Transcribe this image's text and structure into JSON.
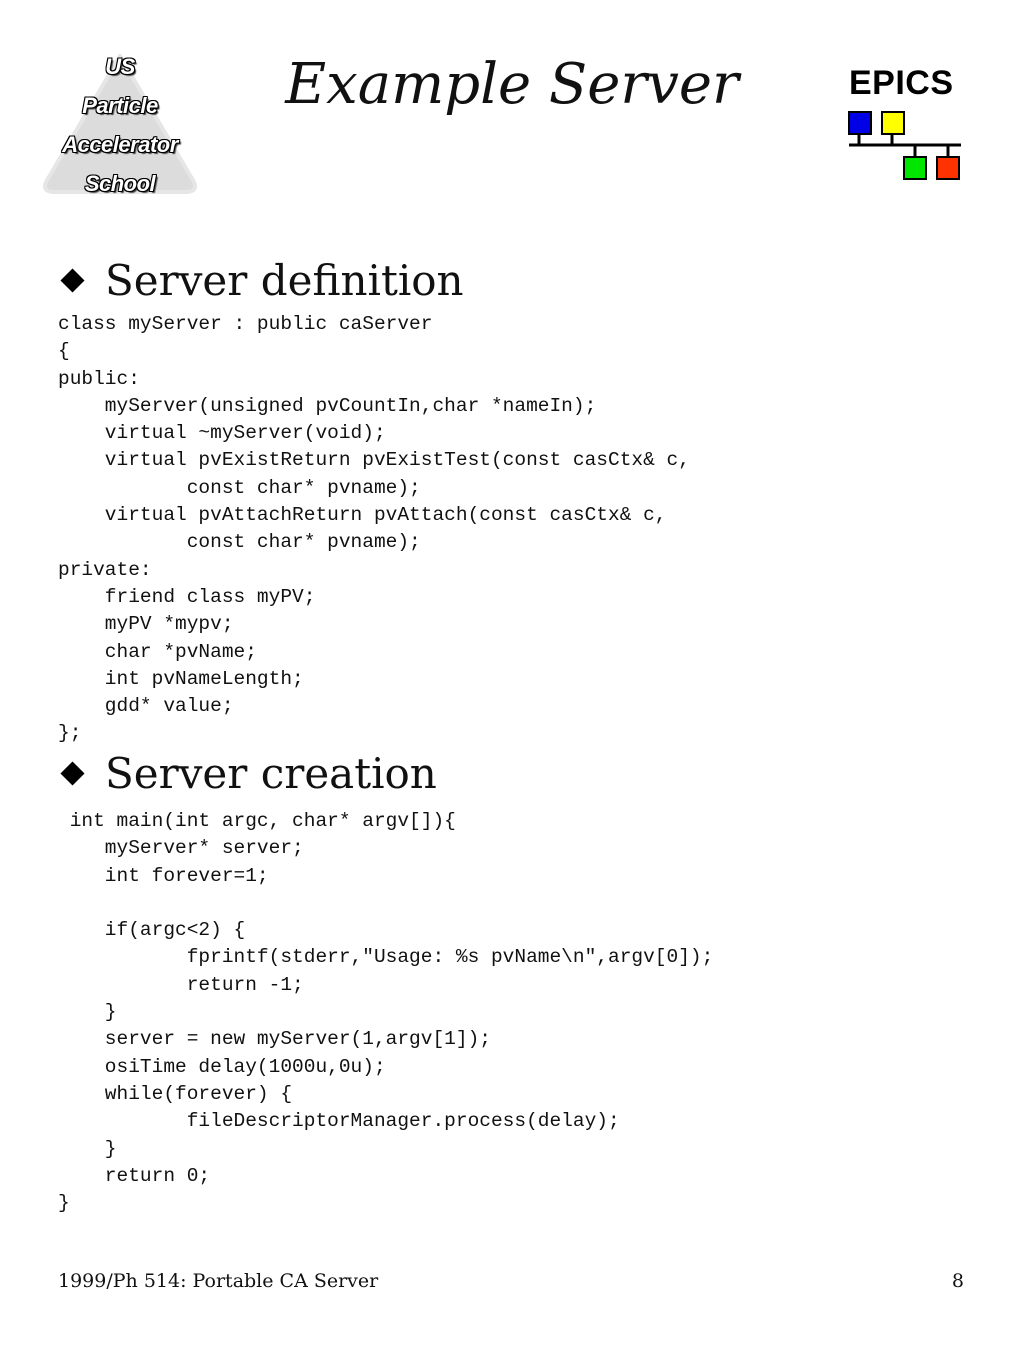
{
  "header": {
    "title": "Example Server",
    "uspas_logo_lines": [
      "US",
      "Particle",
      "Accelerator",
      "School"
    ],
    "epics_logo_text": "EPICS",
    "epics_logo_colors": [
      "#0000e6",
      "#ffff00",
      "#00e600",
      "#ff3300"
    ]
  },
  "sections": [
    {
      "heading": "Server definition",
      "code": [
        "class myServer : public caServer",
        "{",
        "public:",
        "    myServer(unsigned pvCountIn,char *nameIn);",
        "    virtual ~myServer(void);",
        "    virtual pvExistReturn pvExistTest(const casCtx& c,",
        "           const char* pvname);",
        "    virtual pvAttachReturn pvAttach(const casCtx& c,",
        "           const char* pvname);",
        "private:",
        "    friend class myPV;",
        "    myPV *mypv;",
        "    char *pvName;",
        "    int pvNameLength;",
        "    gdd* value;",
        "};"
      ]
    },
    {
      "heading": "Server creation",
      "code": [
        " int main(int argc, char* argv[]){",
        "    myServer* server;",
        "    int forever=1;",
        "",
        "    if(argc<2) {",
        "           fprintf(stderr,\"Usage: %s pvName\\n\",argv[0]);",
        "           return -1;",
        "    }",
        "    server = new myServer(1,argv[1]);",
        "    osiTime delay(1000u,0u);",
        "    while(forever) {",
        "           fileDescriptorManager.process(delay);",
        "    }",
        "    return 0;",
        "}"
      ]
    }
  ],
  "footer": {
    "left": "1999/Ph 514: Portable CA Server",
    "page_number": "8"
  }
}
